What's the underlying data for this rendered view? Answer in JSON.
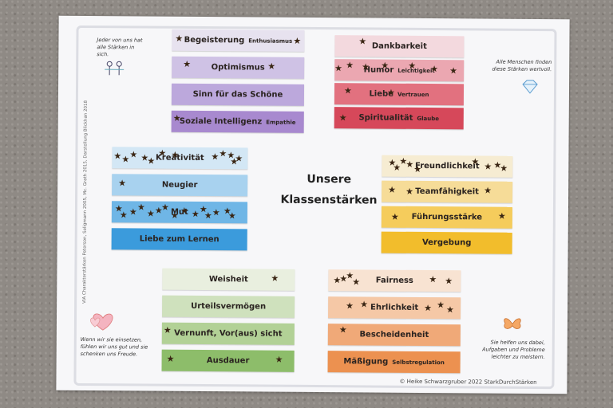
{
  "title_line1": "Unsere",
  "title_line2": "Klassenstärken",
  "note_top_left": "Jeder von uns hat alle Stärken in sich.",
  "note_top_right": "Alle Menschen finden diese Stärken wertvoll.",
  "note_bottom_left": "Wenn wir sie einsetzen, fühlen wir uns gut und sie schenken uns Freude.",
  "note_bottom_right": "Sie helfen uns dabei, Aufgaben und Probleme leichter zu meistern.",
  "side_text": "VIA Charakterstärken Peterson, Seligmann 2005, Mc. Grath 2015, Darstellung Blickhan 2018",
  "copyright": "© Heike Schwarzgruber 2022 StarkDurchStärken",
  "groups": {
    "wisdom_top": [
      {
        "label": "Begeisterung",
        "sub": "Enthusiasmus",
        "color": "#e7e2ef"
      },
      {
        "label": "Optimismus",
        "sub": "",
        "color": "#cfc2e5"
      },
      {
        "label": "Sinn für das Schöne",
        "sub": "",
        "color": "#bca8dc"
      },
      {
        "label": "Soziale Intelligenz",
        "sub": "Empathie",
        "color": "#a889cf"
      }
    ],
    "red": [
      {
        "label": "Dankbarkeit",
        "sub": "",
        "color": "#f3d9de"
      },
      {
        "label": "Humor",
        "sub": "Leichtigkeit",
        "color": "#eba7b1"
      },
      {
        "label": "Liebe",
        "sub": "Vertrauen",
        "color": "#e2717f"
      },
      {
        "label": "Spiritualität",
        "sub": "Glaube",
        "color": "#d6485a"
      }
    ],
    "blue": [
      {
        "label": "Kreativität",
        "sub": "",
        "color": "#d3e7f5"
      },
      {
        "label": "Neugier",
        "sub": "",
        "color": "#a8d2ef"
      },
      {
        "label": "Mut",
        "sub": "",
        "color": "#6fb6e6"
      },
      {
        "label": "Liebe zum Lernen",
        "sub": "",
        "color": "#3b9bdc"
      }
    ],
    "yellow": [
      {
        "label": "Freundlichkeit",
        "sub": "",
        "color": "#f6ecd2"
      },
      {
        "label": "Teamfähigkeit",
        "sub": "",
        "color": "#f6dc98"
      },
      {
        "label": "Führungsstärke",
        "sub": "",
        "color": "#f5cc5c"
      },
      {
        "label": "Vergebung",
        "sub": "",
        "color": "#f2bd2c"
      }
    ],
    "green": [
      {
        "label": "Weisheit",
        "sub": "",
        "color": "#e9efdf"
      },
      {
        "label": "Urteilsvermögen",
        "sub": "",
        "color": "#cfe1bd"
      },
      {
        "label": "Vernunft, Vor(aus) sicht",
        "sub": "",
        "color": "#b2d196"
      },
      {
        "label": "Ausdauer",
        "sub": "",
        "color": "#8dbd6a"
      }
    ],
    "orange": [
      {
        "label": "Fairness",
        "sub": "",
        "color": "#f8e3d2"
      },
      {
        "label": "Ehrlichkeit",
        "sub": "",
        "color": "#f5c8a6"
      },
      {
        "label": "Bescheidenheit",
        "sub": "",
        "color": "#f0a978"
      },
      {
        "label": "Mäßigung",
        "sub": "Selbstregulation",
        "color": "#ec9150"
      }
    ]
  }
}
